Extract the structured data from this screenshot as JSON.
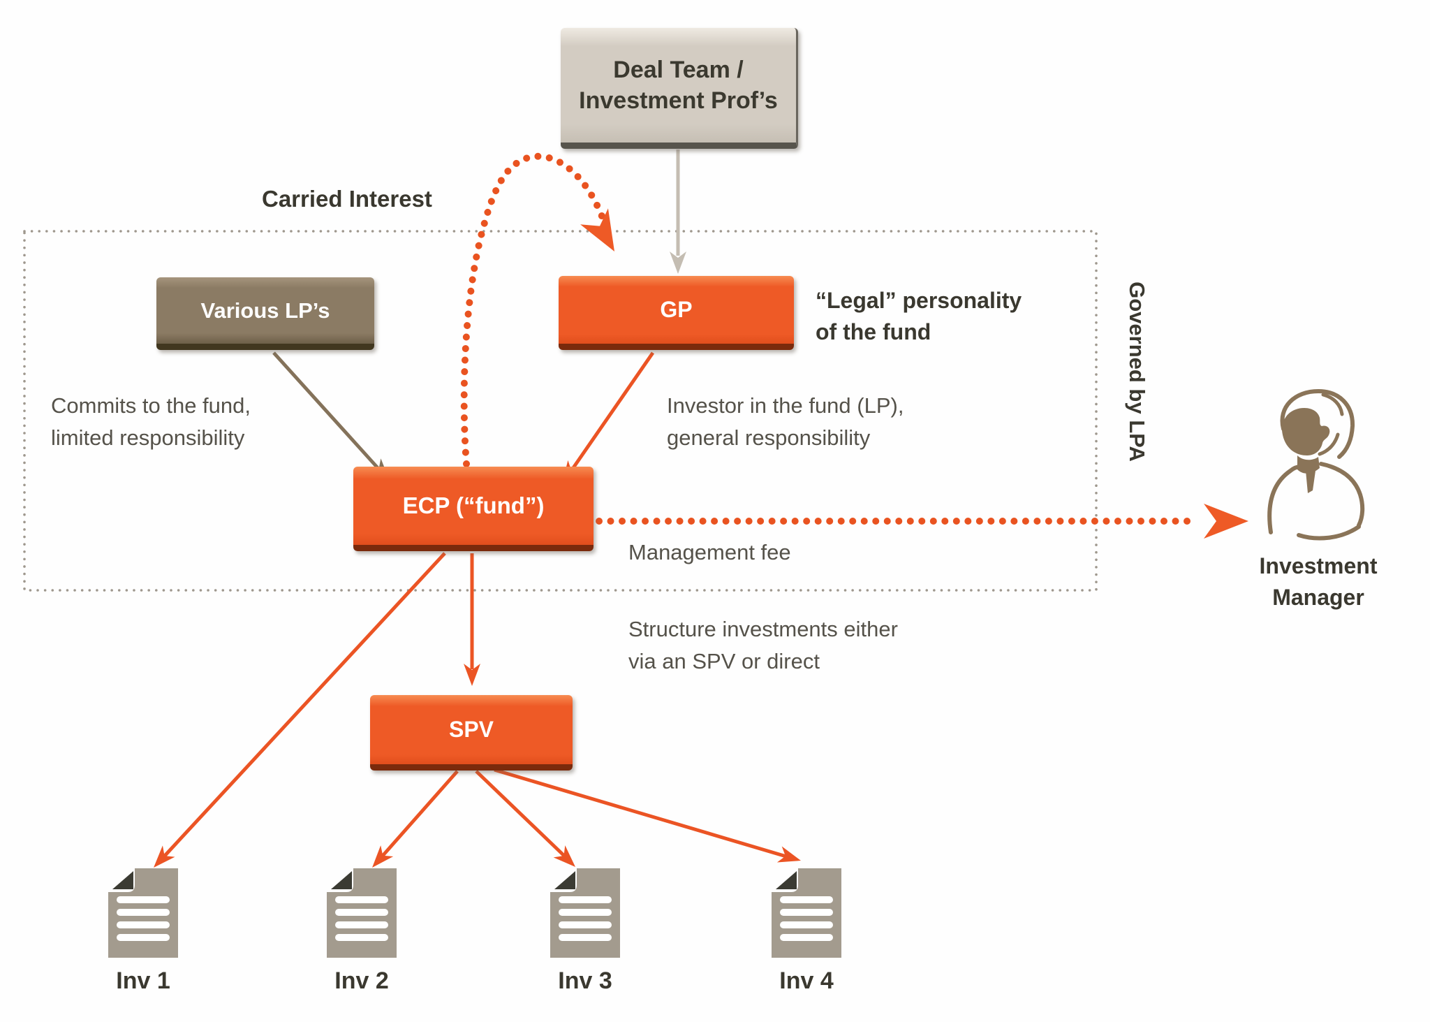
{
  "nodes": {
    "deal_team": {
      "line1": "Deal Team /",
      "line2": "Investment Prof’s"
    },
    "various_lps": {
      "label": "Various LP’s"
    },
    "gp": {
      "label": "GP"
    },
    "ecp": {
      "label": "ECP (“fund”)"
    },
    "spv": {
      "label": "SPV"
    }
  },
  "annotations": {
    "carried_interest": "Carried Interest",
    "legal_personality_line1": "“Legal” personality",
    "legal_personality_line2": "of the fund",
    "governed_by_lpa": "Governed by LPA",
    "commits_line1": "Commits to the fund,",
    "commits_line2": "limited responsibility",
    "investor_line1": "Investor in the fund (LP),",
    "investor_line2": "general responsibility",
    "management_fee": "Management fee",
    "structure_line1": "Structure investments either",
    "structure_line2": "via an SPV or direct",
    "investment_manager_line1": "Investment",
    "investment_manager_line2": "Manager"
  },
  "investments": [
    {
      "label": "Inv 1"
    },
    {
      "label": "Inv 2"
    },
    {
      "label": "Inv 3"
    },
    {
      "label": "Inv 4"
    }
  ],
  "edges": [
    {
      "from": "Deal Team / Investment Prof’s",
      "to": "GP",
      "style": "solid gray"
    },
    {
      "from": "ECP (“fund”)",
      "to": "GP",
      "label": "Carried Interest",
      "style": "dotted orange curve"
    },
    {
      "from": "Various LP’s",
      "to": "ECP (“fund”)",
      "style": "solid brown"
    },
    {
      "from": "GP",
      "to": "ECP (“fund”)",
      "style": "solid orange"
    },
    {
      "from": "ECP (“fund”)",
      "to": "Investment Manager",
      "label": "Management fee",
      "style": "dotted orange"
    },
    {
      "from": "ECP (“fund”)",
      "to": "SPV",
      "style": "solid orange"
    },
    {
      "from": "ECP (“fund”)",
      "to": "Inv 1",
      "style": "solid orange"
    },
    {
      "from": "SPV",
      "to": "Inv 2",
      "style": "solid orange"
    },
    {
      "from": "SPV",
      "to": "Inv 3",
      "style": "solid orange"
    },
    {
      "from": "SPV",
      "to": "Inv 4",
      "style": "solid orange"
    }
  ],
  "colors": {
    "orange": "#ee5a26",
    "orange_dark": "#7a2a0c",
    "brown_box": "#8b7b64",
    "beige_box": "#d3ccc2",
    "taupe_doc": "#a39b8e",
    "dark_text": "#3a382f",
    "gray_text": "#55524a",
    "gray_dots": "#9e978d",
    "gray_arrow": "#c4bdb2",
    "brown_arrow": "#84725a",
    "person_brown": "#8a7458"
  }
}
